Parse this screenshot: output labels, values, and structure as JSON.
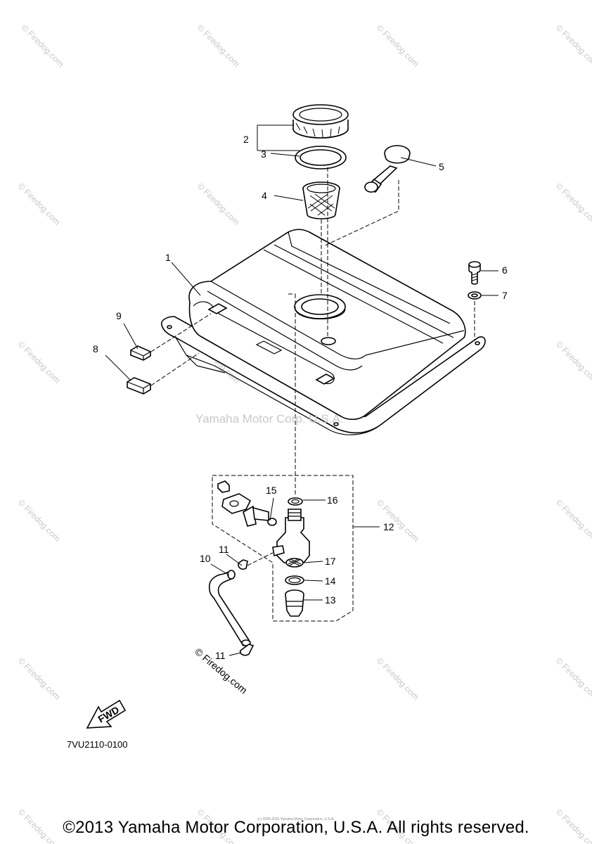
{
  "watermark": {
    "center": "Yamaha Motor Corp. U.S.A.",
    "repeat": "© Firedog.com",
    "diagonal_near_hose": "© Firedog.com"
  },
  "callouts": [
    "1",
    "2",
    "3",
    "4",
    "5",
    "6",
    "7",
    "8",
    "9",
    "10",
    "11",
    "11",
    "12",
    "13",
    "14",
    "15",
    "16",
    "17"
  ],
  "diagram_code": "7VU2110-0100",
  "fwd_label": "FWD",
  "footer": {
    "copyright": "©2013 Yamaha Motor Corporation, U.S.A. All rights reserved.",
    "tiny_copyright": "(c) 2005-2015 Yamaha Motor Corporation, U.S.A."
  }
}
